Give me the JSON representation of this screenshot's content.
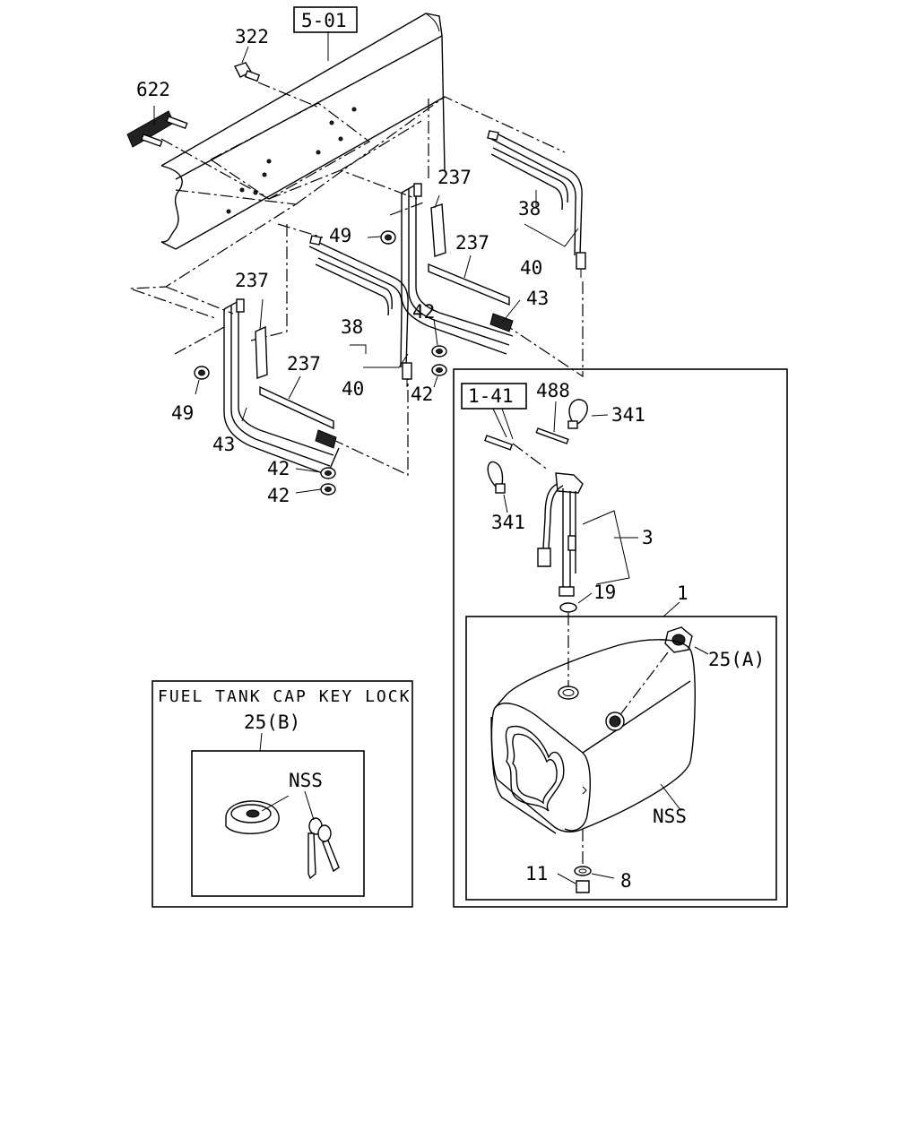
{
  "callouts": {
    "ref_5_01": "5-01",
    "ref_1_41": "1-41",
    "p322": "322",
    "p622": "622",
    "p237_a": "237",
    "p237_b": "237",
    "p237_c": "237",
    "p237_d": "237",
    "p38_a": "38",
    "p38_b": "38",
    "p40_a": "40",
    "p40_b": "40",
    "p43_a": "43",
    "p43_b": "43",
    "p49_a": "49",
    "p49_b": "49",
    "p42_a": "42",
    "p42_b": "42",
    "p42_c": "42",
    "p42_d": "42",
    "p488": "488",
    "p341_a": "341",
    "p341_b": "341",
    "p3": "3",
    "p19": "19",
    "p1": "1",
    "p25a": "25(A)",
    "nss_tank": "NSS",
    "p11": "11",
    "p8": "8"
  },
  "inset": {
    "title": "FUEL TANK CAP KEY LOCK",
    "part": "25(B)",
    "nss": "NSS"
  }
}
